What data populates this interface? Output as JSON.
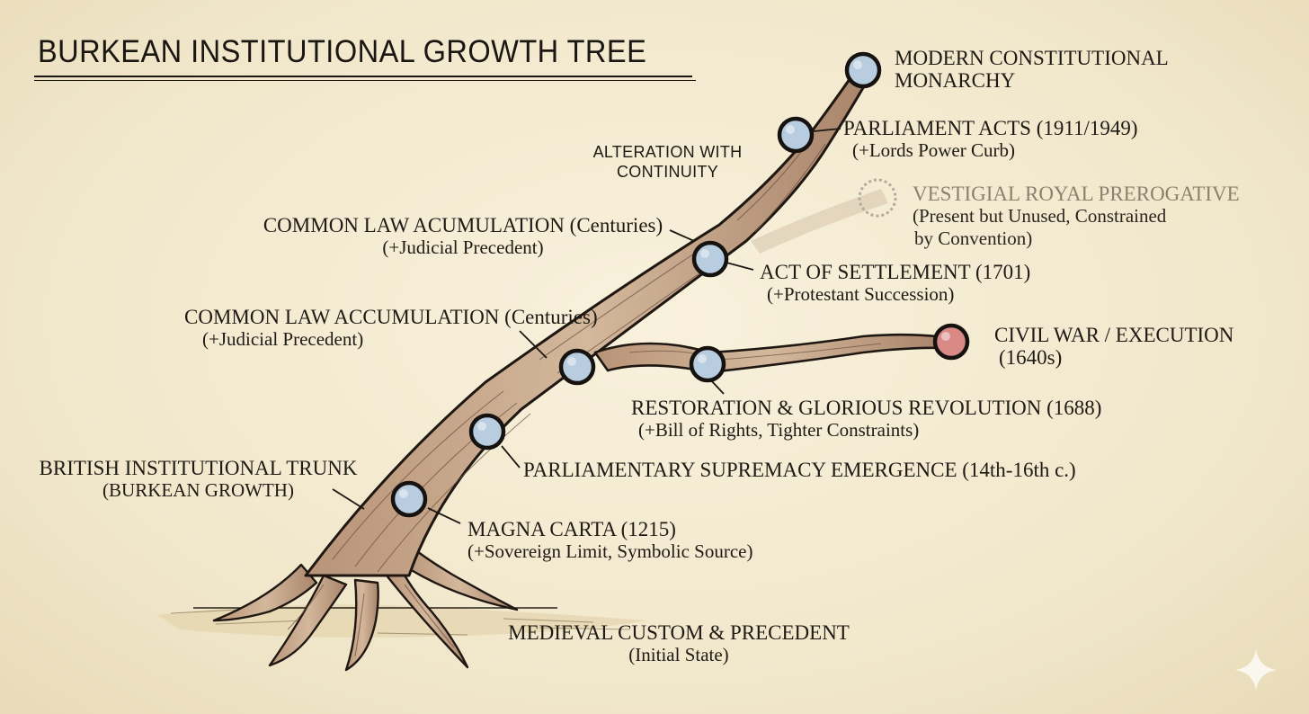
{
  "title": "BURKEAN INSTITUTIONAL GROWTH TREE",
  "colors": {
    "paper": "#f3ead0",
    "bark": "#c8a98a",
    "bark_dark": "#8a6a50",
    "node_fill": "#b9cde0",
    "node_red": "#d98a86",
    "ink": "#1e1a14",
    "faded_text": "#8a8270"
  },
  "labels": {
    "modern": {
      "line1": "MODERN CONSTITUTIONAL",
      "line2": "MONARCHY"
    },
    "parliament_acts": {
      "line1": "PARLIAMENT ACTS (1911/1949)",
      "line2": "(+Lords Power Curb)"
    },
    "alteration": {
      "line1": "ALTERATION WITH",
      "line2": "CONTINUITY"
    },
    "vestigial": {
      "line1": "VESTIGIAL ROYAL PREROGATIVE",
      "line2": "(Present but Unused, Constrained",
      "line3": "by Convention)"
    },
    "common_law_upper": {
      "line1": "COMMON LAW ACUMULATION (Centuries)",
      "line2": "(+Judicial Precedent)"
    },
    "settlement": {
      "line1": "ACT OF SETTLEMENT (1701)",
      "line2": "(+Protestant Succession)"
    },
    "common_law_lower": {
      "line1": "COMMON LAW ACCUMULATION (Centuries)",
      "line2": "(+Judicial Precedent)"
    },
    "civil_war": {
      "line1": "CIVIL WAR / EXECUTION",
      "line2": "(1640s)"
    },
    "restoration": {
      "line1": "RESTORATION & GLORIOUS REVOLUTION (1688)",
      "line2": "(+Bill of Rights, Tighter Constraints)"
    },
    "parl_supremacy": {
      "line1": "PARLIAMENTARY SUPREMACY EMERGENCE (14th-16th c.)"
    },
    "trunk": {
      "line1": "BRITISH INSTITUTIONAL TRUNK",
      "line2": "(BURKEAN GROWTH)"
    },
    "magna_carta": {
      "line1": "MAGNA CARTA (1215)",
      "line2": "(+Sovereign Limit, Symbolic Source)"
    },
    "medieval": {
      "line1": "MEDIEVAL CUSTOM & PRECEDENT",
      "line2": "(Initial State)"
    }
  },
  "icons": {
    "sparkle": "sparkle-icon"
  }
}
